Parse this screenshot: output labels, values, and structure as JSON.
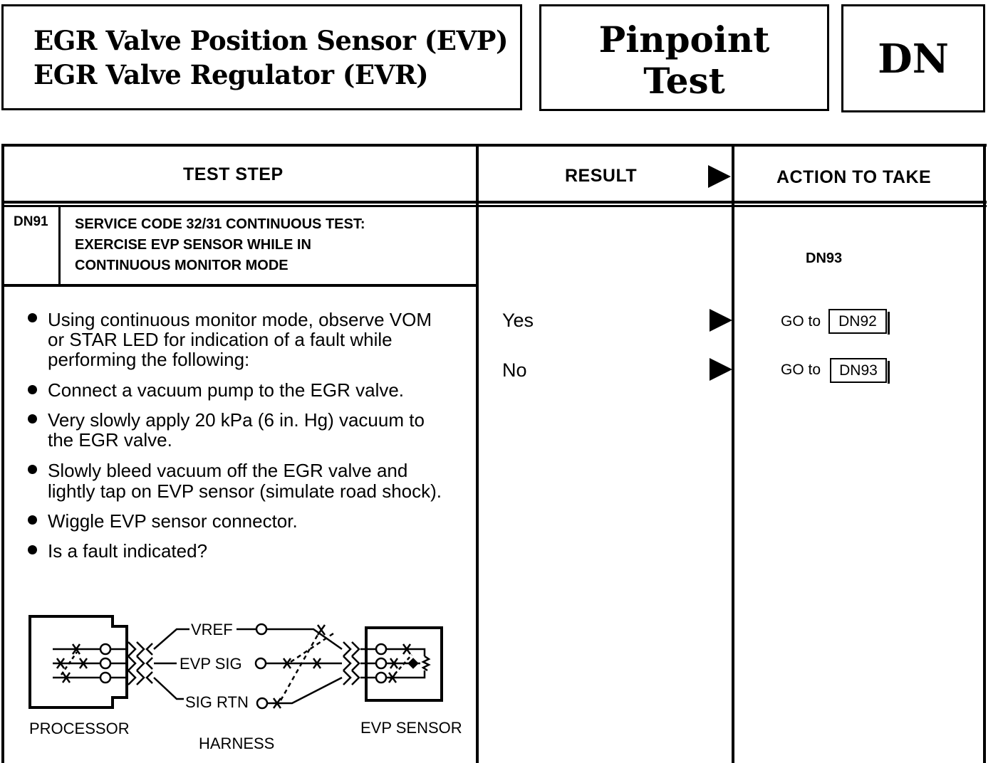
{
  "header": {
    "title_line1": "EGR Valve Position Sensor (EVP)",
    "title_line2": "EGR Valve Regulator (EVR)",
    "test_type_line1": "Pinpoint",
    "test_type_line2": "Test",
    "test_code": "DN"
  },
  "columns": {
    "test_step": "TEST STEP",
    "result": "RESULT",
    "action": "ACTION TO TAKE"
  },
  "step": {
    "id": "DN91",
    "title_lines": [
      "SERVICE CODE 32/31 CONTINUOUS TEST:",
      "EXERCISE EVP SENSOR WHILE IN",
      "CONTINUOUS MONITOR MODE"
    ],
    "side_ref": "DN93",
    "instructions": [
      [
        "Using continuous monitor mode, observe VOM",
        "or STAR LED for indication of a fault while",
        "performing the following:"
      ],
      [
        "Connect a vacuum pump to the EGR valve."
      ],
      [
        "Very slowly apply 20 kPa (6 in. Hg) vacuum to",
        "the EGR valve."
      ],
      [
        "Slowly bleed vacuum off the EGR valve and",
        "lightly tap on EVP sensor (simulate road shock)."
      ],
      [
        "Wiggle EVP sensor connector."
      ],
      [
        "Is a fault indicated?"
      ]
    ]
  },
  "results": [
    {
      "answer": "Yes",
      "goto_label": "GO to",
      "goto_ref": "DN92"
    },
    {
      "answer": "No",
      "goto_label": "GO to",
      "goto_ref": "DN93"
    }
  ],
  "diagram": {
    "wire_vref": "VREF",
    "wire_evp_sig": "EVP SIG",
    "wire_sig_rtn": "SIG RTN",
    "processor_label": "PROCESSOR",
    "harness_label": "HARNESS",
    "sensor_label": "EVP SENSOR"
  }
}
